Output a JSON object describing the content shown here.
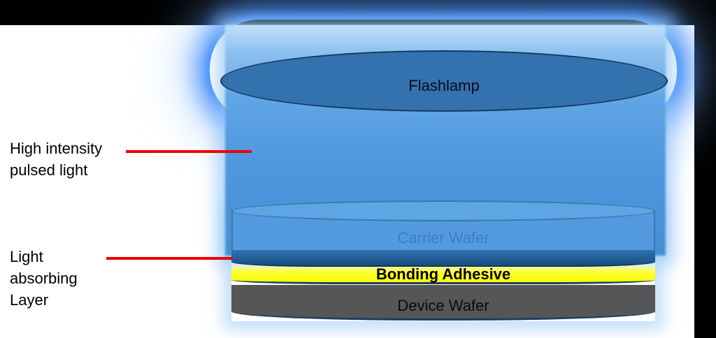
{
  "stack": {
    "flashlamp": "Flashlamp",
    "carrier_wafer": "Carrier Wafer",
    "bonding_adhesive": "Bonding Adhesive",
    "device_wafer": "Device Wafer"
  },
  "annotations": {
    "pulsed_light": "High intensity\npulsed light",
    "absorbing_layer": "Light\nabsorbing\nLayer"
  },
  "colors": {
    "beam-top": "#bfe0fa",
    "beam-bottom": "#478fd5",
    "glow-blue": "#2a7ef5",
    "flashlamp-fill": "#3372ae",
    "flashlamp-stroke": "#17365d",
    "carrier-fill": "#539ade",
    "carrier-stroke": "#3a77ae",
    "carrier-text": "#3b7fc0",
    "absorb-top": "#2d72b4",
    "absorb-bottom": "#1a4e7e",
    "adhesive-yellow": "#f8fb00",
    "device-gray": "#565656",
    "outline-navy": "#1e3c64",
    "annotation-red": "#ee0000",
    "text-black": "#000000"
  }
}
